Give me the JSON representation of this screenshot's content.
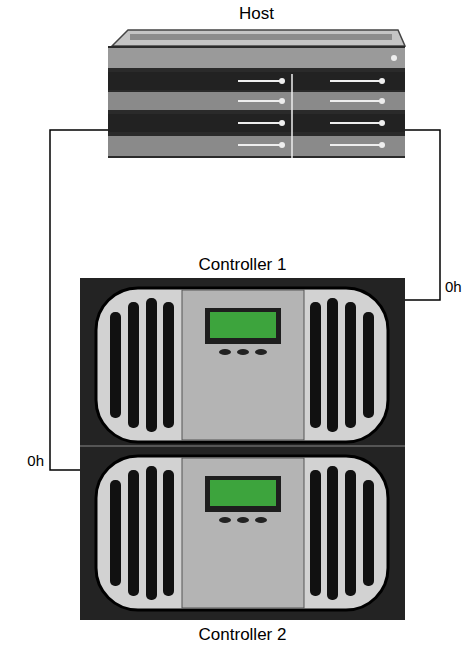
{
  "diagram": {
    "nodes": [
      {
        "text": [
          "Host"
        ]
      },
      {
        "text": [
          "Controller 1"
        ]
      },
      {
        "text": [
          "Controller 2"
        ]
      }
    ],
    "edges": [
      {
        "from": 0,
        "to": 1,
        "label": "0h",
        "arrow": "none"
      },
      {
        "from": 0,
        "to": 2,
        "label": "0h",
        "arrow": "none"
      }
    ]
  }
}
